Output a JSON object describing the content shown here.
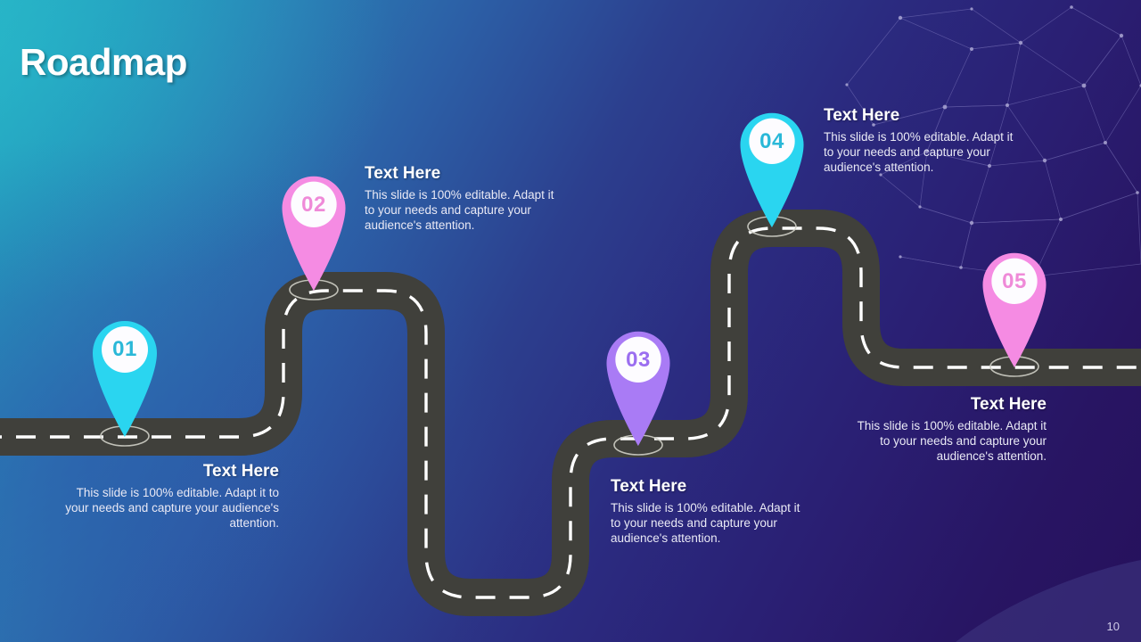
{
  "slide": {
    "title": "Roadmap",
    "page_number": "10",
    "background": {
      "gradient_from": "#27b0c4",
      "gradient_mid": "#2c3f8e",
      "gradient_to": "#26115c"
    },
    "road_color": "#3b3b36",
    "road_line_color": "#ffffff"
  },
  "milestones": [
    {
      "number": "01",
      "color": "#2ad5f0",
      "number_color": "#2ab8d8",
      "heading": "Text Here",
      "body": "This slide is 100% editable. Adapt it to your needs and capture your audience's attention.",
      "align": "right"
    },
    {
      "number": "02",
      "color": "#f58be3",
      "number_color": "#ef8ad8",
      "heading": "Text Here",
      "body": "This slide is 100% editable. Adapt it to your needs and capture your audience's attention.",
      "align": "left"
    },
    {
      "number": "03",
      "color": "#a97bf5",
      "number_color": "#9b6ef0",
      "heading": "Text Here",
      "body": "This slide is 100% editable. Adapt it to your needs and capture your audience's attention.",
      "align": "left"
    },
    {
      "number": "04",
      "color": "#2ad5f0",
      "number_color": "#2ab8d8",
      "heading": "Text Here",
      "body": "This slide is 100% editable. Adapt it to your needs and capture your audience's attention.",
      "align": "left"
    },
    {
      "number": "05",
      "color": "#f58be3",
      "number_color": "#ef8ad8",
      "heading": "Text Here",
      "body": "This slide is 100% editable. Adapt it to your needs and capture your audience's attention.",
      "align": "right"
    }
  ]
}
